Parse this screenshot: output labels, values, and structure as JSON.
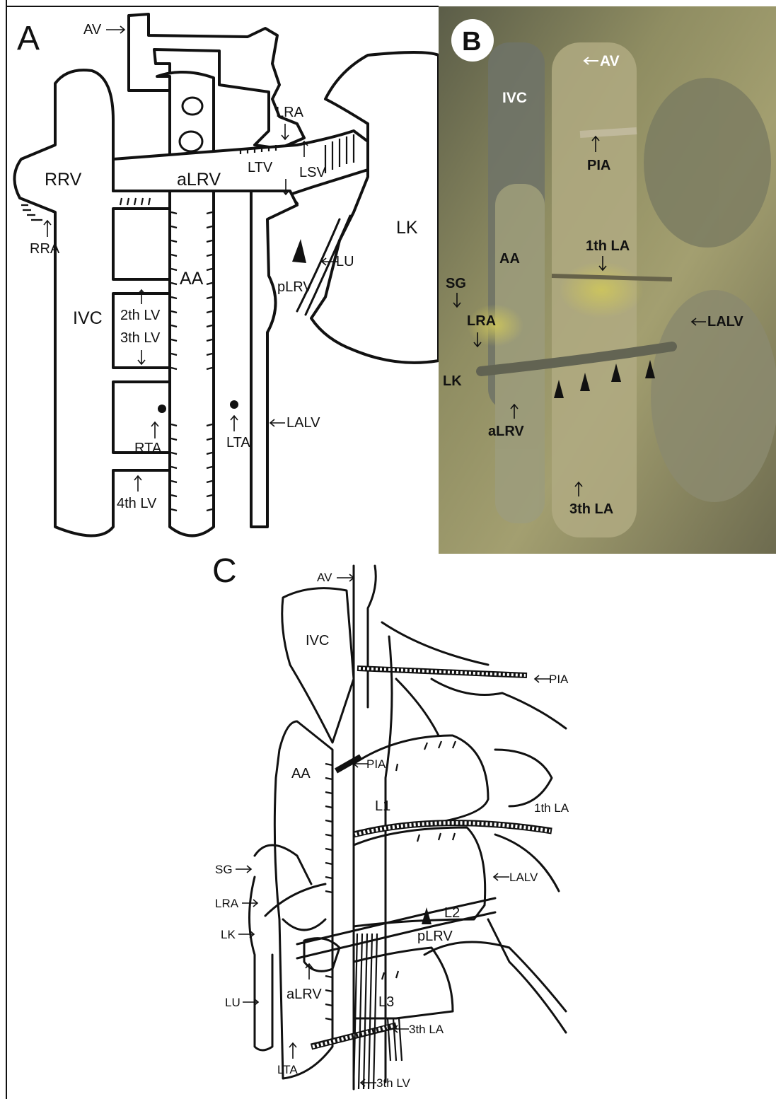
{
  "panels": {
    "a": {
      "letter": "A",
      "labels": {
        "av": "AV",
        "rrv": "RRV",
        "rra": "RRA",
        "alrv": "aLRV",
        "lra": "LRA",
        "ltv": "LTV",
        "lsv": "LSV",
        "lk": "LK",
        "lu": "LU",
        "plrv": "pLRV",
        "aa": "AA",
        "ivc": "IVC",
        "lv2": "2th LV",
        "lv3": "3th LV",
        "rta": "RTA",
        "lta": "LTA",
        "alv": "LALV",
        "lv4": "4th LV"
      }
    },
    "b": {
      "letter": "B",
      "labels": {
        "av": "AV",
        "ivc": "IVC",
        "pia": "PIA",
        "aa": "AA",
        "la1": "1th LA",
        "sg": "SG",
        "lra": "LRA",
        "lalv": "LALV",
        "lk": "LK",
        "alrv": "aLRV",
        "la3": "3th LA"
      }
    },
    "c": {
      "letter": "C",
      "labels": {
        "av": "AV",
        "ivc": "IVC",
        "pia_top": "PIA",
        "pia_mid": "PIA",
        "aa": "AA",
        "l1": "L1",
        "la1": "1th LA",
        "sg": "SG",
        "lalv": "LALV",
        "lra": "LRA",
        "l2": "L2",
        "plrv": "pLRV",
        "lk": "LK",
        "alrv": "aLRV",
        "lu": "LU",
        "l3": "L3",
        "la3": "3th LA",
        "lta": "LTA",
        "lv3": "3th LV"
      }
    }
  }
}
